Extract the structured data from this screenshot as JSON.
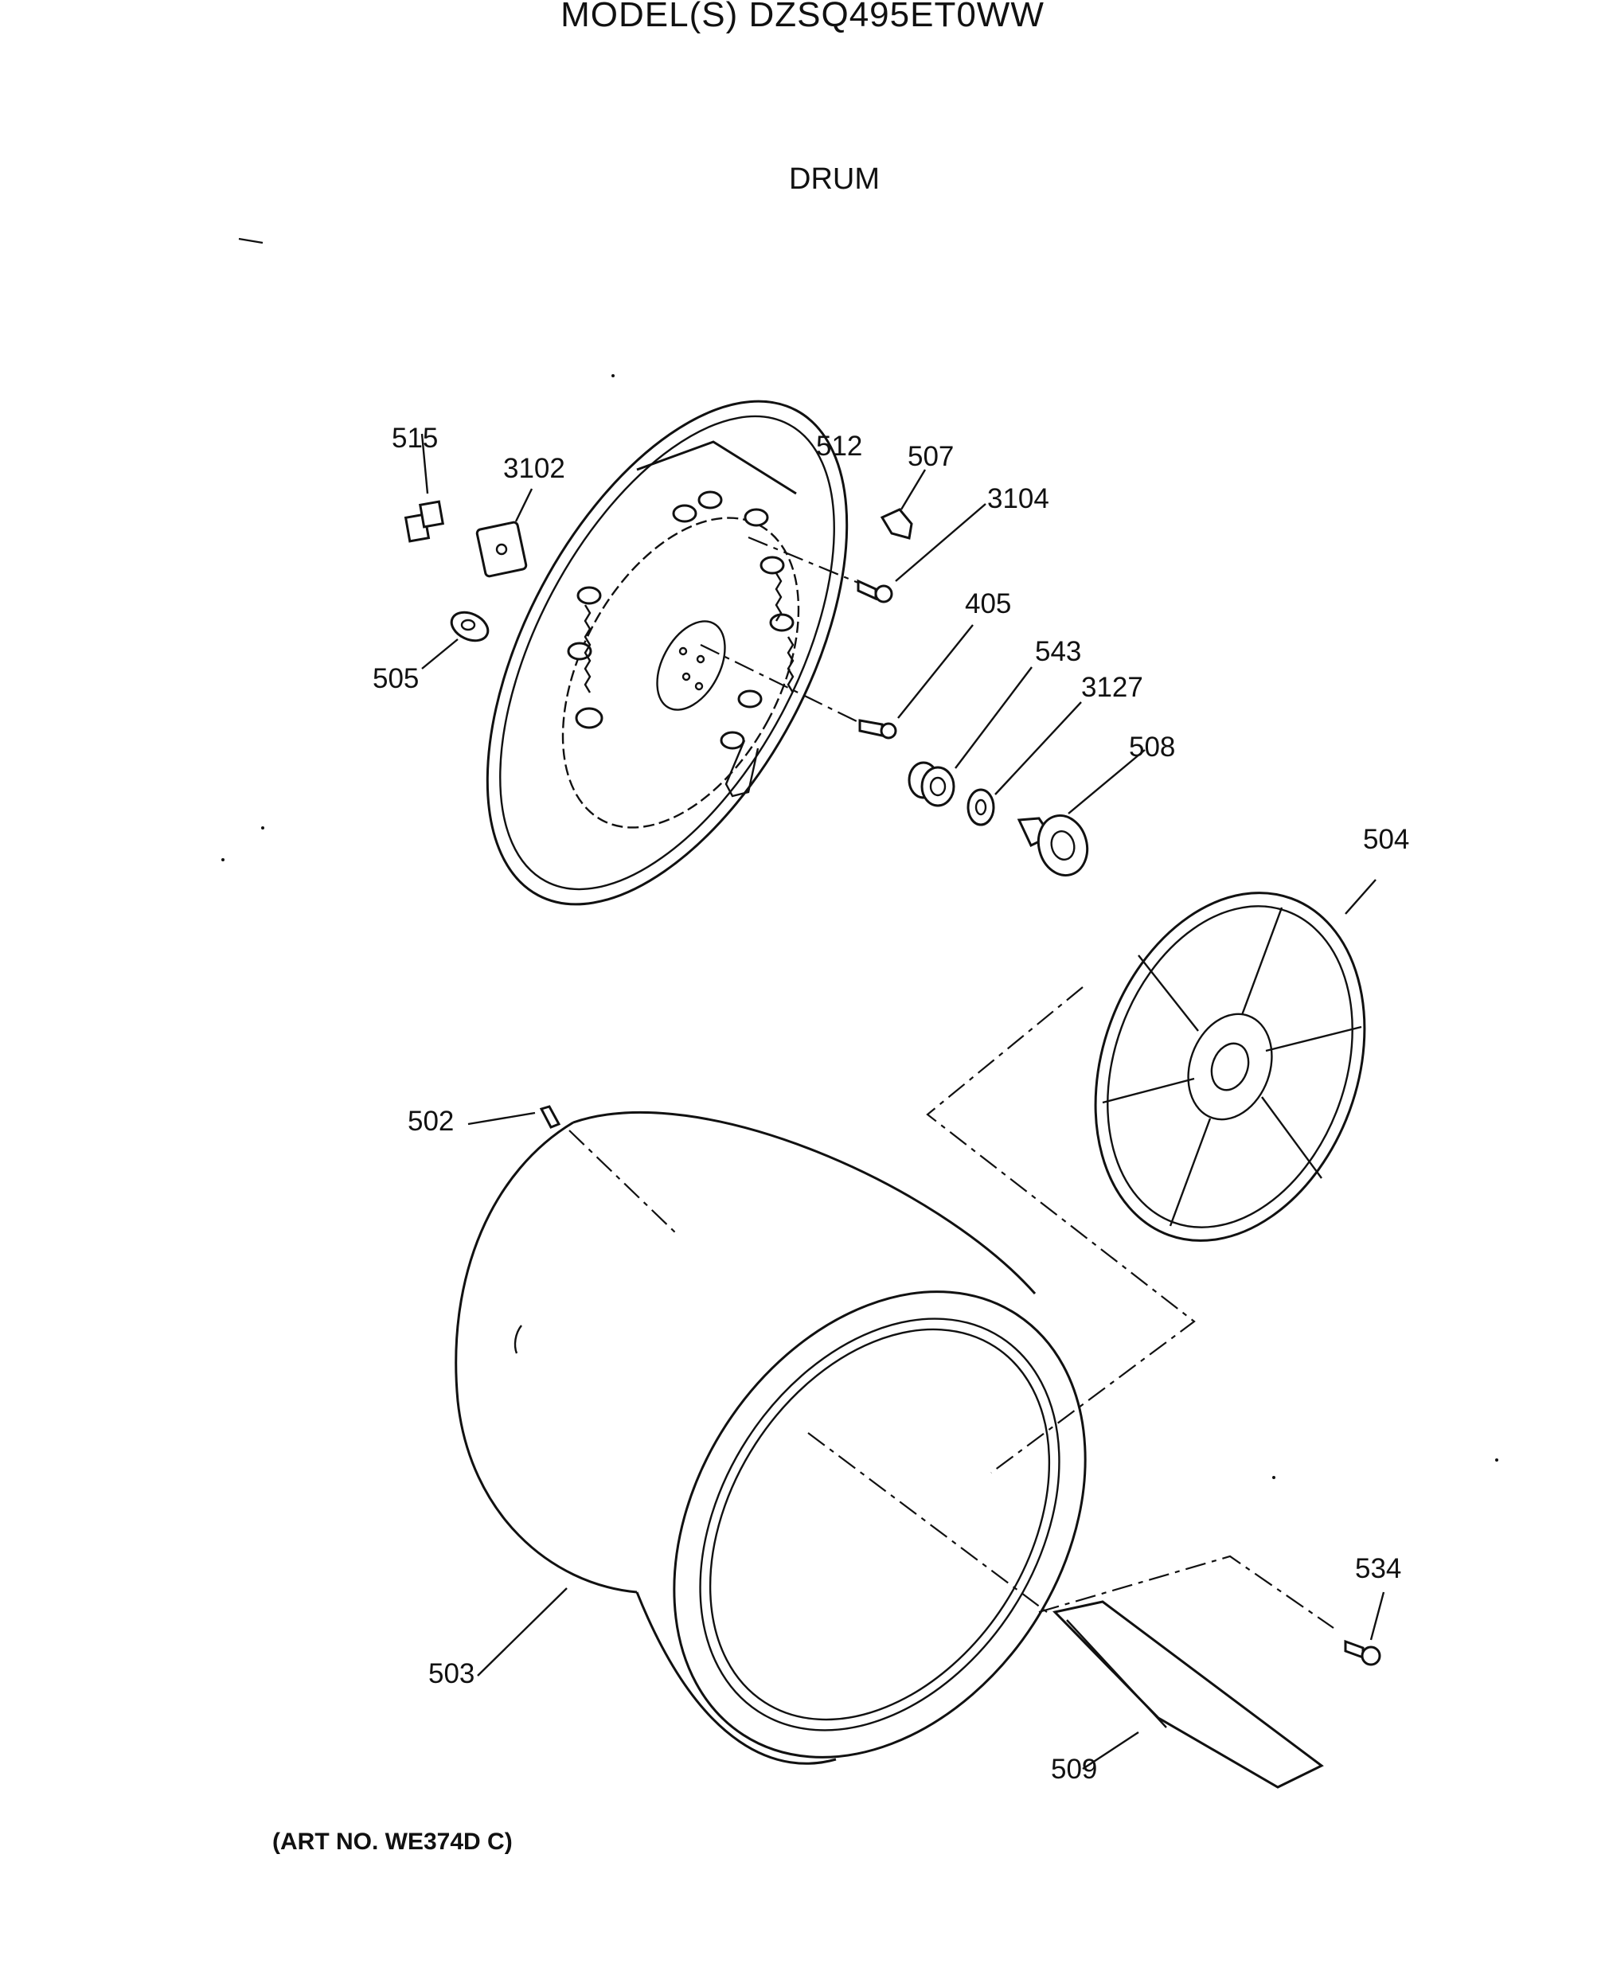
{
  "header": {
    "model_title": "MODEL(S) DZSQ495ET0WW",
    "section_title": "DRUM"
  },
  "footer": {
    "art_number": "(ART NO. WE374D C)"
  },
  "parts": [
    {
      "id": "515",
      "label": "515"
    },
    {
      "id": "3102",
      "label": "3102"
    },
    {
      "id": "512",
      "label": "512"
    },
    {
      "id": "507",
      "label": "507"
    },
    {
      "id": "3104",
      "label": "3104"
    },
    {
      "id": "505",
      "label": "505"
    },
    {
      "id": "405",
      "label": "405"
    },
    {
      "id": "543",
      "label": "543"
    },
    {
      "id": "3127",
      "label": "3127"
    },
    {
      "id": "508",
      "label": "508"
    },
    {
      "id": "504",
      "label": "504"
    },
    {
      "id": "502",
      "label": "502"
    },
    {
      "id": "503",
      "label": "503"
    },
    {
      "id": "534",
      "label": "534"
    },
    {
      "id": "509",
      "label": "509"
    }
  ]
}
